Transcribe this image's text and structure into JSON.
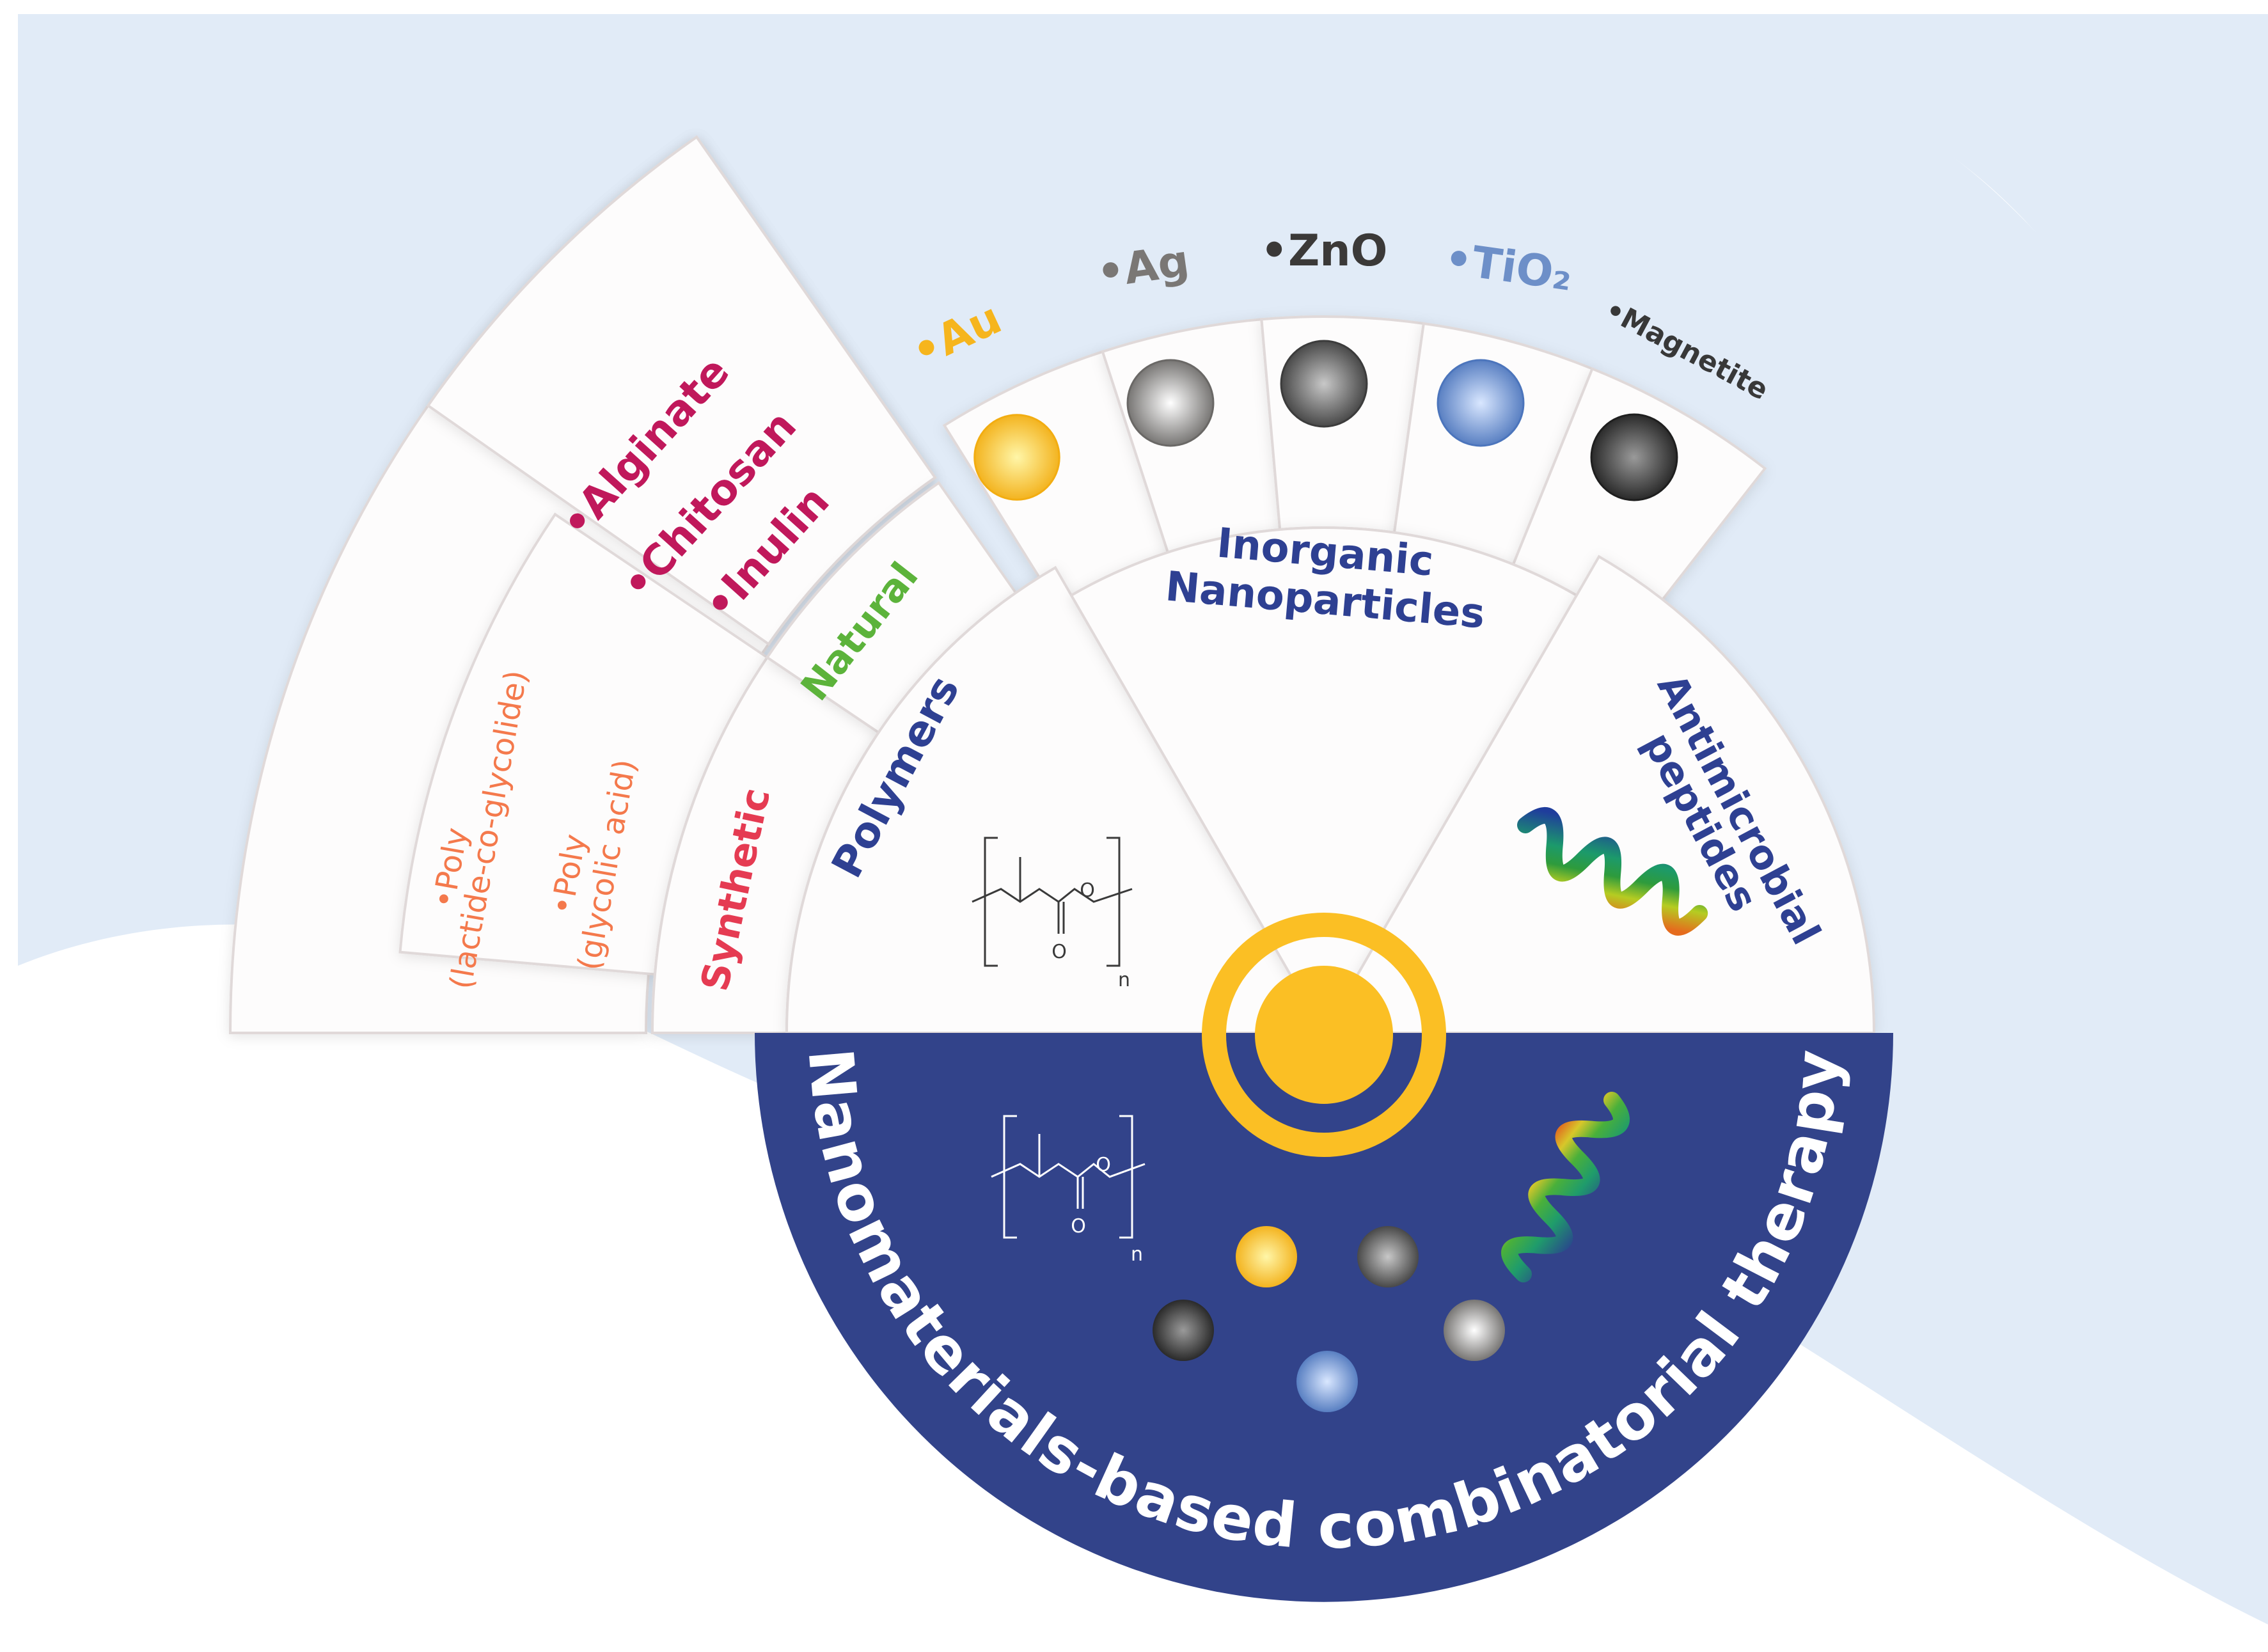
{
  "colors": {
    "background": "#ffffff",
    "wave": "#e1ebf7",
    "card": "#fdfcfc",
    "divider": "#e0d9d9",
    "navy": "#32438a",
    "gold": "#fbbf24",
    "gold_light": "#fff1a6",
    "title_text": "#2e4092",
    "natural": "#5cb33b",
    "synthetic": "#e53b52",
    "natural_items": "#c0185b",
    "synthetic_items": "#f4794c",
    "au": "#f6b51d",
    "ag": "#7a7775",
    "zno": "#3b3938",
    "tio2": "#6d8fc8",
    "magnetite": "#383838"
  },
  "categories": {
    "inorganic": [
      "Inorganic",
      "Nanoparticles"
    ],
    "polymers": "Polymers",
    "peptides": [
      "Antimicrobial",
      "peptides"
    ],
    "natural": "Natural",
    "synthetic": "Synthetic"
  },
  "natural_items": [
    "•Alginate",
    "•Chitosan",
    "•Inulin"
  ],
  "synthetic_items": {
    "plga": [
      "•Poly",
      "(lactide-co-glycolide)"
    ],
    "pga": [
      "•Poly",
      "(glycolic acid)"
    ]
  },
  "nanoparticles": [
    {
      "label": "•Au",
      "color": "#f6b51d",
      "light": "#fff6a8",
      "dark": "#f2ad12"
    },
    {
      "label": "•Ag",
      "color": "#7a7775",
      "light": "#ffffff",
      "dark": "#6a6866"
    },
    {
      "label": "•ZnO",
      "color": "#3b3938",
      "light": "#c8c8c8",
      "dark": "#3c3c3c"
    },
    {
      "label": "•TiO₂",
      "color": "#6d8fc8",
      "light": "#d9e7ff",
      "dark": "#4c75bc"
    },
    {
      "label": "•Magnetite",
      "color": "#383838",
      "light": "#9a9a9a",
      "dark": "#1f1f1f"
    }
  ],
  "structure": {
    "subscript": "n",
    "oxygen": "O"
  },
  "title": "Nanomaterials-based combinatorial therapy",
  "icons": [
    "polymer-structure-icon",
    "helix-peptide-icon",
    "gold-ring-icon",
    "nanoparticle-icon"
  ]
}
